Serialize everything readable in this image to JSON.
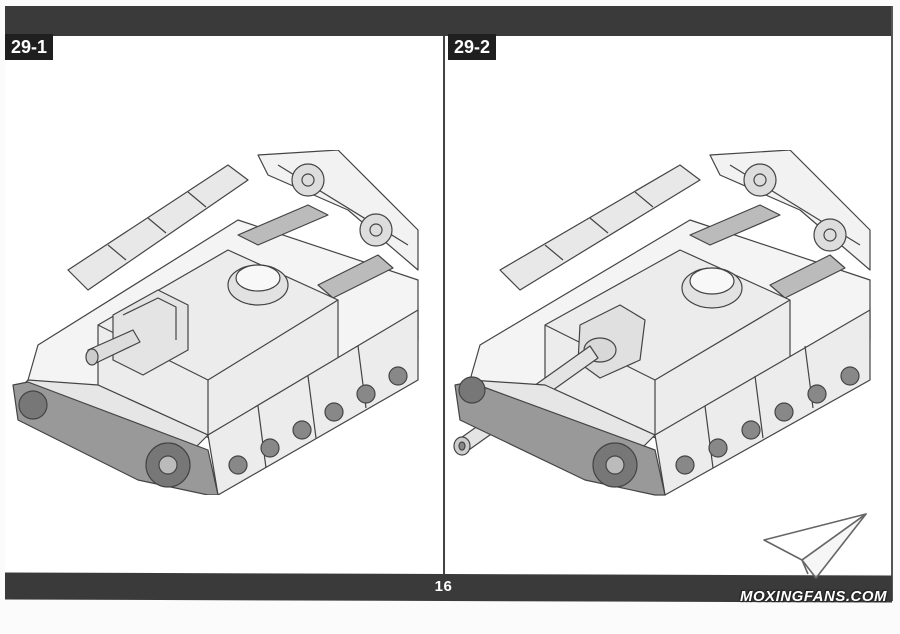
{
  "steps": [
    {
      "label": "29-1"
    },
    {
      "label": "29-2"
    }
  ],
  "footer": {
    "page_number": "16"
  },
  "watermark": {
    "text": "MOXINGFANS.COM"
  },
  "icons": {
    "tank_left": "stug-assault-gun-illustration",
    "tank_right": "stug-assault-gun-with-gun-illustration",
    "logo": "paper-plane-logo-icon"
  },
  "colors": {
    "bar": "#3a3a3a",
    "label_bg": "#1f1f1f",
    "paper": "#ffffff"
  }
}
